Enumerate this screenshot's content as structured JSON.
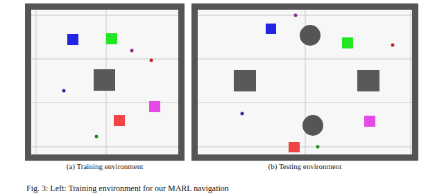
{
  "diagram": {
    "caption": "Fig. 3: Left: Training environment for our MARL navigation",
    "nodes": [
      {
        "text": [
          "(a) Training environment"
        ]
      },
      {
        "text": [
          "(b) Testing environment"
        ]
      }
    ]
  }
}
